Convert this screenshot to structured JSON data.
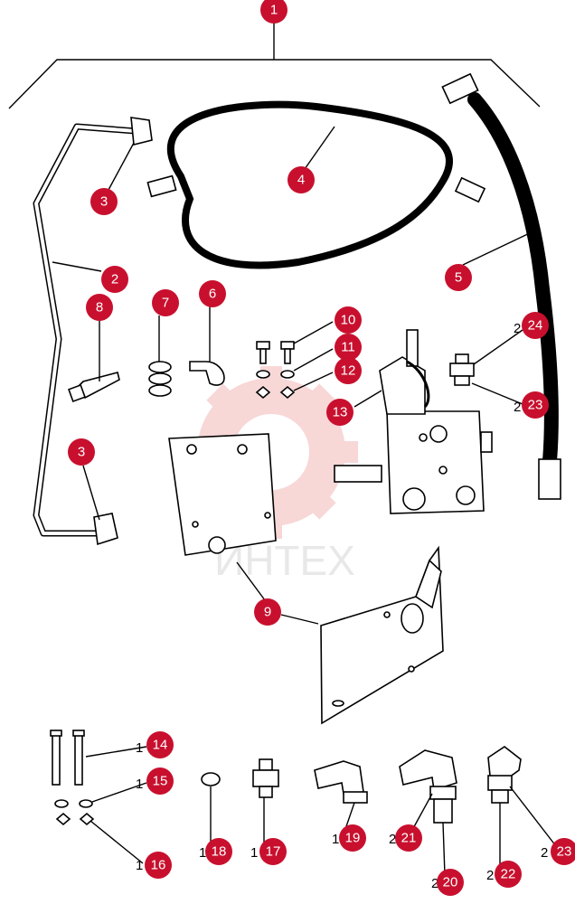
{
  "colors": {
    "callout": "#c8102e",
    "ink": "#000000",
    "watermark_red": "#f3b8b8",
    "watermark_text": "#d7d7d7"
  },
  "watermark": {
    "text": "ИНТЕХ",
    "logo": "gear-logo"
  },
  "callouts": [
    {
      "id": "c1",
      "label": "1"
    },
    {
      "id": "c2",
      "label": "2"
    },
    {
      "id": "c3a",
      "label": "3"
    },
    {
      "id": "c3b",
      "label": "3"
    },
    {
      "id": "c4",
      "label": "4"
    },
    {
      "id": "c5",
      "label": "5"
    },
    {
      "id": "c6",
      "label": "6"
    },
    {
      "id": "c7",
      "label": "7"
    },
    {
      "id": "c8",
      "label": "8"
    },
    {
      "id": "c9",
      "label": "9"
    },
    {
      "id": "c10",
      "label": "10"
    },
    {
      "id": "c11",
      "label": "11"
    },
    {
      "id": "c12",
      "label": "12"
    },
    {
      "id": "c13",
      "label": "13"
    },
    {
      "id": "c14",
      "label": "14"
    },
    {
      "id": "c15",
      "label": "15"
    },
    {
      "id": "c16",
      "label": "16"
    },
    {
      "id": "c17",
      "label": "17"
    },
    {
      "id": "c18",
      "label": "18"
    },
    {
      "id": "c19",
      "label": "19"
    },
    {
      "id": "c20",
      "label": "20"
    },
    {
      "id": "c21",
      "label": "21"
    },
    {
      "id": "c22",
      "label": "22"
    },
    {
      "id": "c23a",
      "label": "23"
    },
    {
      "id": "c23b",
      "label": "23"
    },
    {
      "id": "c24",
      "label": "24"
    }
  ]
}
